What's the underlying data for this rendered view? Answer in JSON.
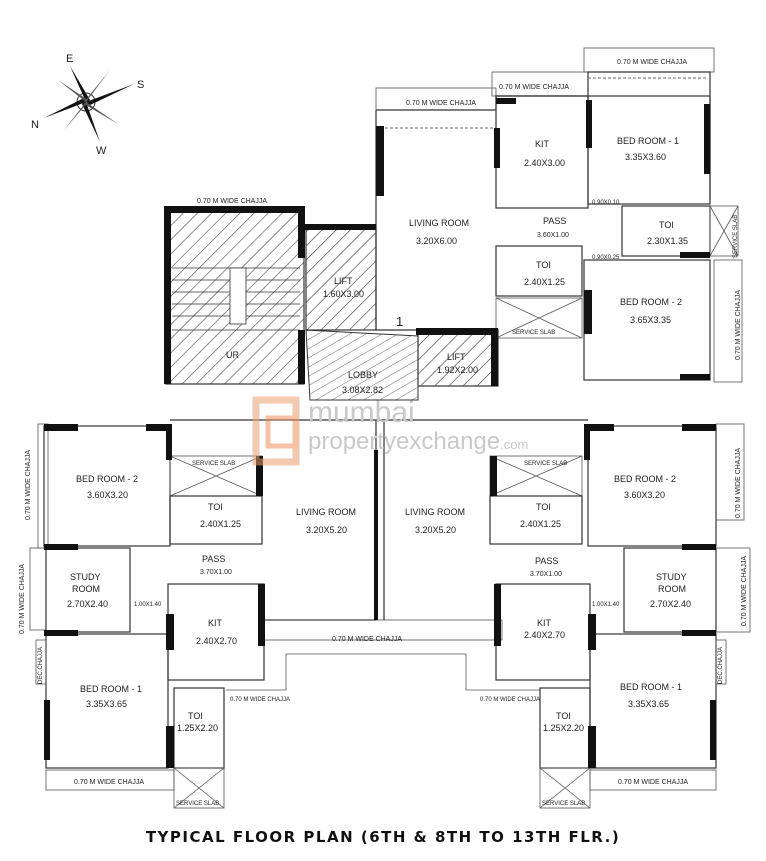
{
  "title": "TYPICAL FLOOR PLAN (6TH & 8TH TO 13TH FLR.)",
  "compass": {
    "e": "E",
    "s": "S",
    "n": "N",
    "w": "W"
  },
  "watermark": {
    "line1": "mumbai",
    "line2": "propertyexchange",
    "suffix": ".com"
  },
  "flat_number": "1",
  "rooms": {
    "top": {
      "kit": {
        "name": "KIT",
        "size": "2.40X3.00"
      },
      "bed1": {
        "name": "BED ROOM - 1",
        "size": "3.35X3.60"
      },
      "living": {
        "name": "LIVING ROOM",
        "size": "3.20X6.00"
      },
      "pass": {
        "name": "PASS",
        "size": "3.60X1.00"
      },
      "toi_a": {
        "name": "TOI",
        "size": "2.30X1.35"
      },
      "toi_b": {
        "name": "TOI",
        "size": "2.40X1.25"
      },
      "bed2": {
        "name": "BED ROOM - 2",
        "size": "3.65X3.35"
      },
      "dim1": "0.90X0.10",
      "dim2": "0.90X0.25"
    },
    "core": {
      "lift1": {
        "name": "LIFT",
        "size": "1.60X3.00"
      },
      "lift2": {
        "name": "LIFT",
        "size": "1.92X2.00"
      },
      "lobby": {
        "name": "LOBBY",
        "size": "3.08X2.82"
      },
      "ur": "UR"
    },
    "left": {
      "bed2": {
        "name": "BED ROOM - 2",
        "size": "3.60X3.20"
      },
      "toi": {
        "name": "TOI",
        "size": "2.40X1.25"
      },
      "living": {
        "name": "LIVING ROOM",
        "size": "3.20X5.20"
      },
      "pass": {
        "name": "PASS",
        "size": "3.70X1.00"
      },
      "study": {
        "name1": "STUDY",
        "name2": "ROOM",
        "size": "2.70X2.40"
      },
      "kit": {
        "name": "KIT",
        "size": "2.40X2.70"
      },
      "bed1": {
        "name": "BED ROOM - 1",
        "size": "3.35X3.65"
      },
      "toi2": {
        "name": "TOI",
        "size": "1.25X2.20"
      },
      "dim": "1.00X1.40"
    },
    "right": {
      "bed2": {
        "name": "BED ROOM - 2",
        "size": "3.60X3.20"
      },
      "toi": {
        "name": "TOI",
        "size": "2.40X1.25"
      },
      "living": {
        "name": "LIVING ROOM",
        "size": "3.20X5.20"
      },
      "pass": {
        "name": "PASS",
        "size": "3.70X1.00"
      },
      "study": {
        "name1": "STUDY",
        "name2": "ROOM",
        "size": "2.70X2.40"
      },
      "kit": {
        "name": "KIT",
        "size": "2.40X2.70"
      },
      "bed1": {
        "name": "BED ROOM - 1",
        "size": "3.35X3.65"
      },
      "toi2": {
        "name": "TOI",
        "size": "1.25X2.20"
      },
      "dim": "1.00X1.40"
    }
  },
  "labels": {
    "chajja": "0.70 M WIDE CHAJJA",
    "service_slab": "SERVICE SLAB",
    "dec_chajja": "DEC.CHAJJA"
  }
}
